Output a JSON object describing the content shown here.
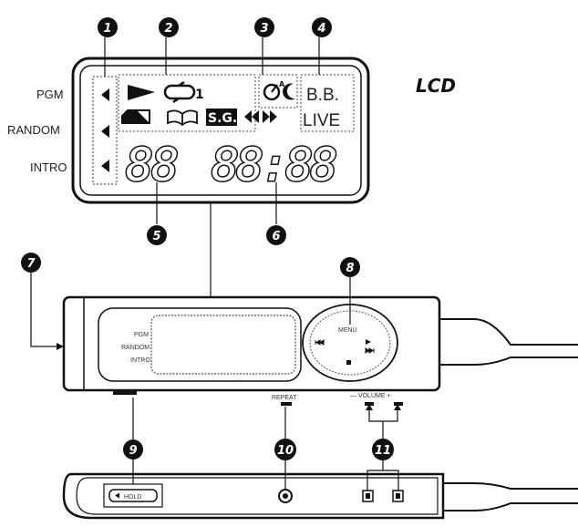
{
  "title": "LCD",
  "lcd": {
    "left_labels": [
      "PGM",
      "RANDOM",
      "INTRO"
    ],
    "repeat_one": "1",
    "auto_sup": "A",
    "bb": "B.B.",
    "sg": "S.G.",
    "live": "LIVE",
    "track_digits": "88",
    "time_digits": "88:88"
  },
  "device": {
    "panel_labels": [
      "PGM",
      "RANDOM",
      "INTRO"
    ],
    "menu": "MENU",
    "repeat": "REPEAT",
    "volume": "— VOLUME +",
    "hold": "HOLD"
  },
  "callouts": [
    "1",
    "2",
    "3",
    "4",
    "5",
    "6",
    "7",
    "8",
    "9",
    "10",
    "11"
  ]
}
